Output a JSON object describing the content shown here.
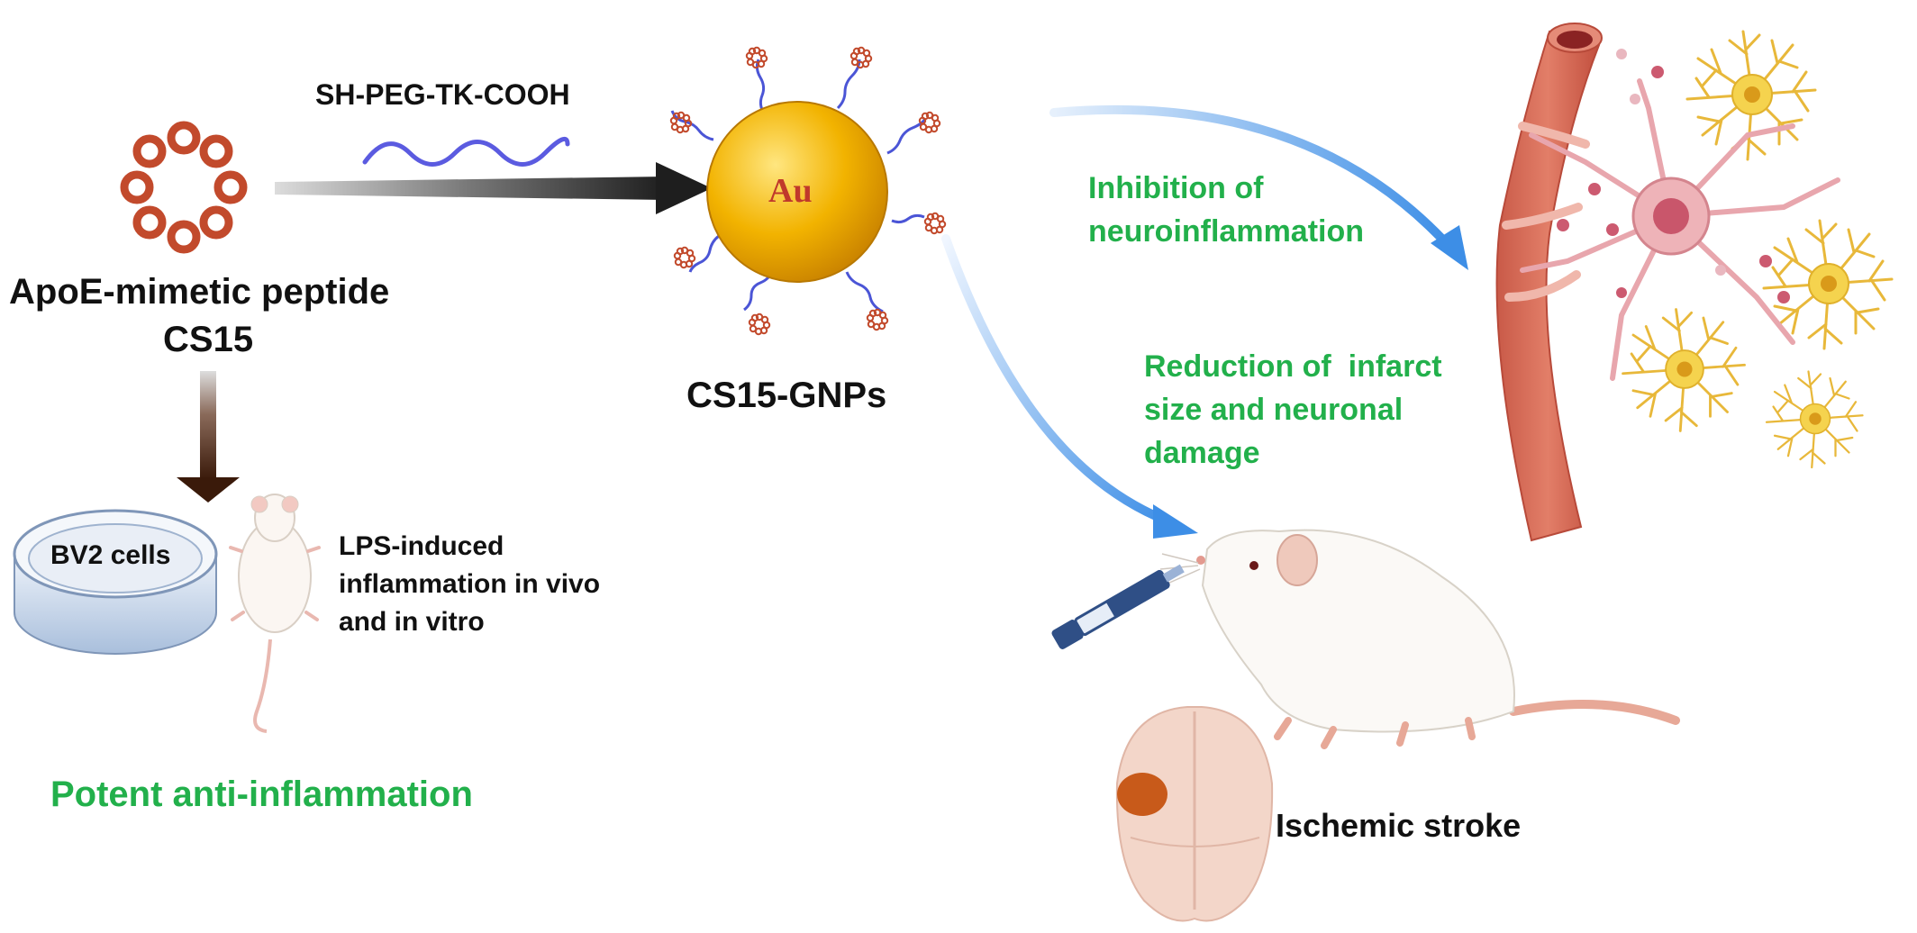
{
  "labels": {
    "linker": "SH-PEG-TK-COOH",
    "peptide_line1": "ApoE-mimetic peptide",
    "peptide_line2": "CS15",
    "au": "Au",
    "nanoparticle": "CS15-GNPs",
    "cells": "BV2 cells",
    "lps_line1": "LPS-induced",
    "lps_line2": "inflammation in vivo",
    "lps_line3": "and in vitro",
    "potent": "Potent anti-inflammation",
    "inhibition_line1": "Inhibition of",
    "inhibition_line2": "neuroinflammation",
    "reduction_line1": "Reduction of  infarct",
    "reduction_line2": "size and neuronal",
    "reduction_line3": "damage",
    "stroke": "Ischemic stroke"
  },
  "colors": {
    "green_text": "#22b04b",
    "black_text": "#111111",
    "peptide_ring": "#c24a2c",
    "peg_wave": "#5b5be0",
    "gold_core": "#f0b400",
    "au_text": "#c0392b",
    "blue_arrow": "#4a90e2",
    "vessel": "#d9705a",
    "astrocyte": "#f2d14a",
    "neuron": "#e8a6ad",
    "infarct": "#c85a1a"
  },
  "icons": {
    "peptide": "cyclic-peptide-icon",
    "nanoparticle": "gold-nanoparticle-icon",
    "dish": "petri-dish-icon",
    "mouse": "mouse-icon",
    "rat": "rat-icon",
    "syringe": "nasal-syringe-icon",
    "brain": "brain-icon",
    "vessel": "blood-vessel-icon",
    "neuron": "neuron-icon",
    "astrocyte": "astrocyte-icon"
  }
}
